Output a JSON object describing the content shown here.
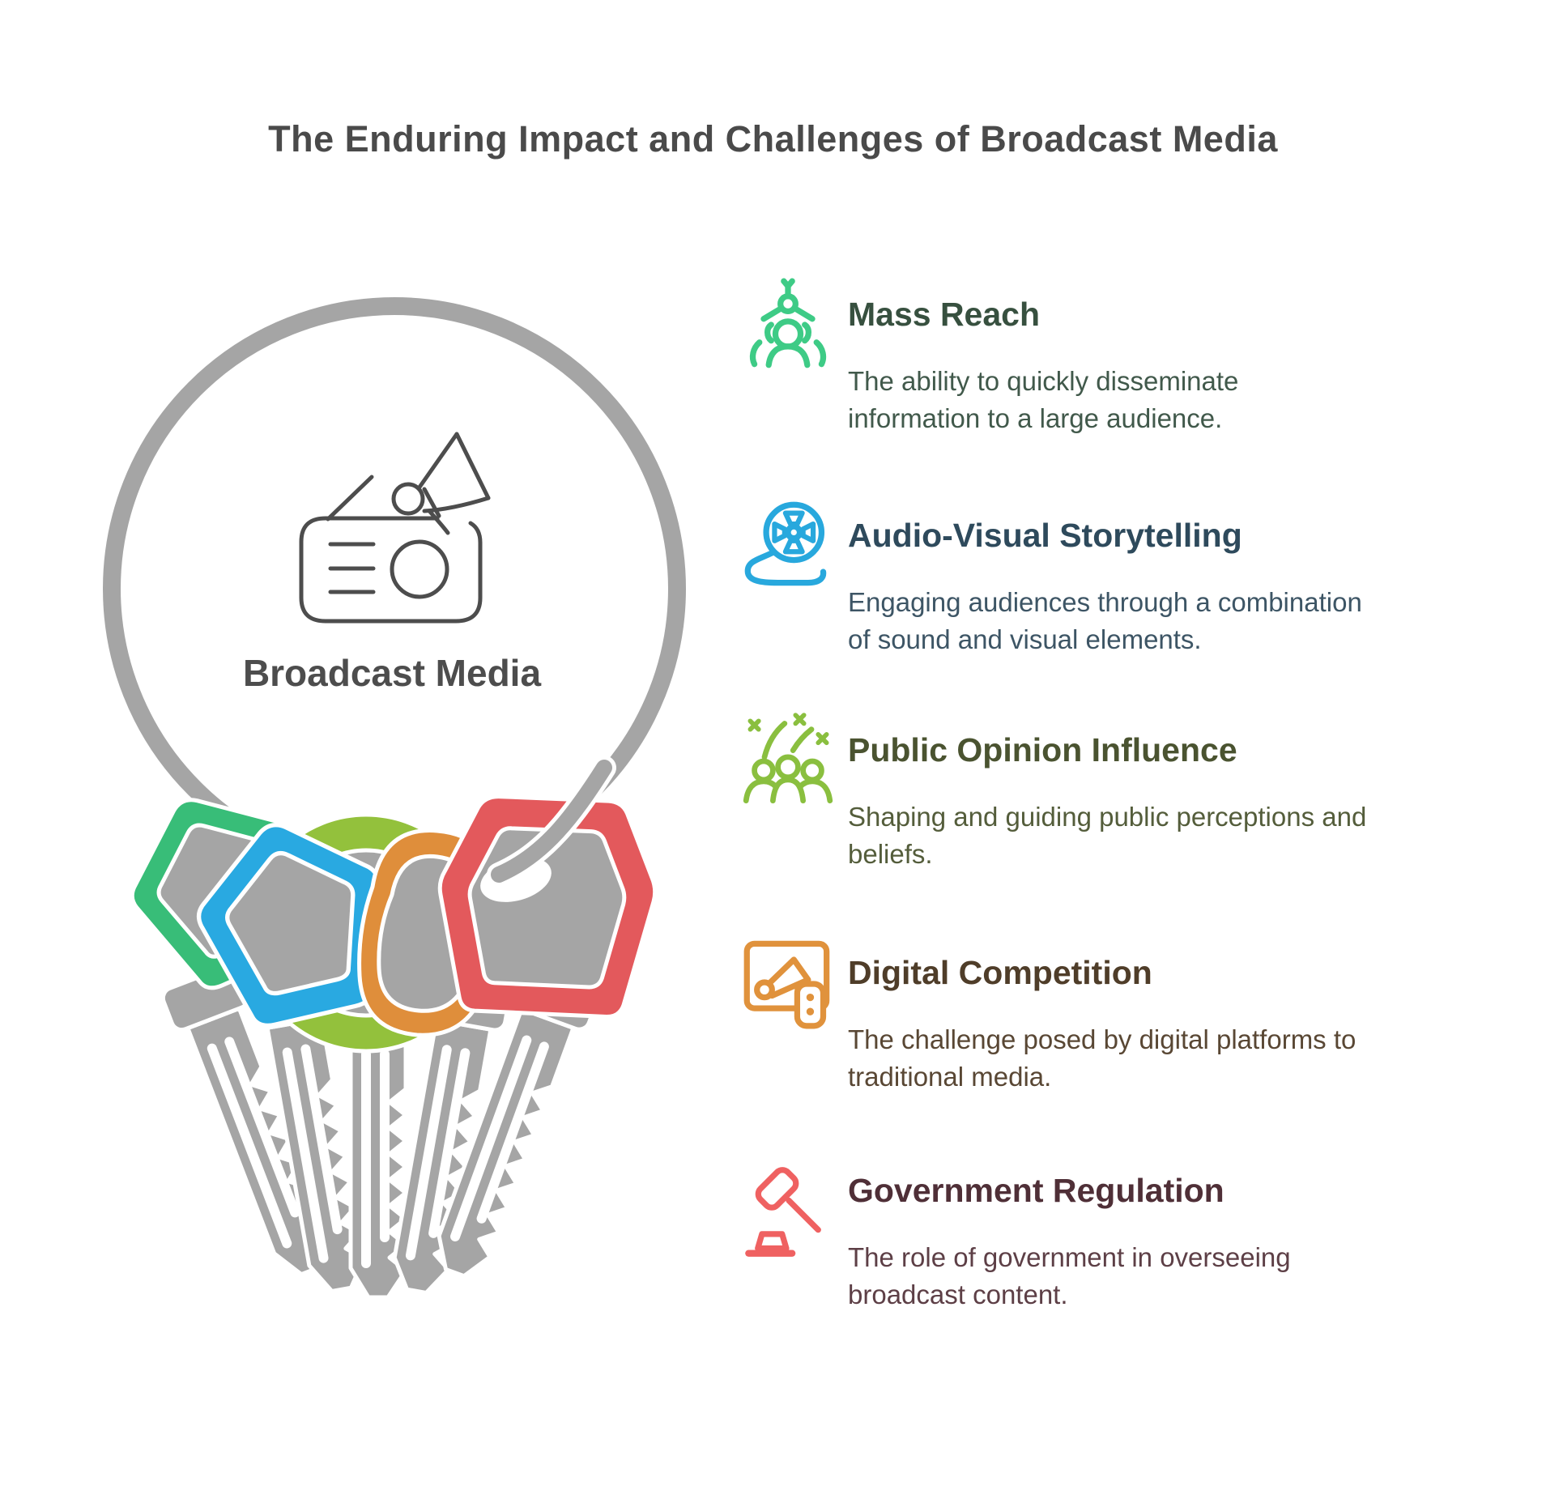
{
  "title": {
    "text": "The Enduring Impact and Challenges of Broadcast Media",
    "color": "#4a4a4a"
  },
  "center": {
    "label": "Broadcast Media",
    "label_color": "#4d4d4d",
    "icon": "radio-megaphone-icon",
    "icon_color": "#4d4d4d"
  },
  "keyring": {
    "gray": "#a5a5a5",
    "keys": [
      {
        "name": "green-key",
        "color": "#38bd78"
      },
      {
        "name": "blue-key",
        "color": "#29a9e1"
      },
      {
        "name": "olive-key",
        "color": "#93c13c"
      },
      {
        "name": "orange-key",
        "color": "#df8e3b"
      },
      {
        "name": "red-key",
        "color": "#e3595c"
      }
    ]
  },
  "items": [
    {
      "icon": "mass-reach-icon",
      "icon_color": "#3ecb86",
      "heading": "Mass Reach",
      "heading_color": "#37503f",
      "body_color": "#41594b",
      "description_lines": [
        "The ability to quickly disseminate",
        "information to a large audience."
      ]
    },
    {
      "icon": "film-reel-icon",
      "icon_color": "#28a8dd",
      "heading": "Audio-Visual Storytelling",
      "heading_color": "#2e4a5c",
      "body_color": "#3d5565",
      "description_lines": [
        "Engaging audiences through a combination",
        "of sound and visual elements."
      ]
    },
    {
      "icon": "crowd-celebration-icon",
      "icon_color": "#8abf3f",
      "heading": "Public Opinion Influence",
      "heading_color": "#4a5330",
      "body_color": "#545d3b",
      "description_lines": [
        "Shaping and guiding public perceptions and",
        "beliefs."
      ]
    },
    {
      "icon": "screen-megaphone-icon",
      "icon_color": "#e0923c",
      "heading": "Digital Competition",
      "heading_color": "#4f3d29",
      "body_color": "#594734",
      "description_lines": [
        "The challenge posed by digital platforms to",
        "traditional media."
      ]
    },
    {
      "icon": "gavel-icon",
      "icon_color": "#ef6161",
      "heading": "Government Regulation",
      "heading_color": "#4f2f37",
      "body_color": "#5d3f46",
      "description_lines": [
        "The role of government in overseeing",
        "broadcast content."
      ]
    }
  ]
}
